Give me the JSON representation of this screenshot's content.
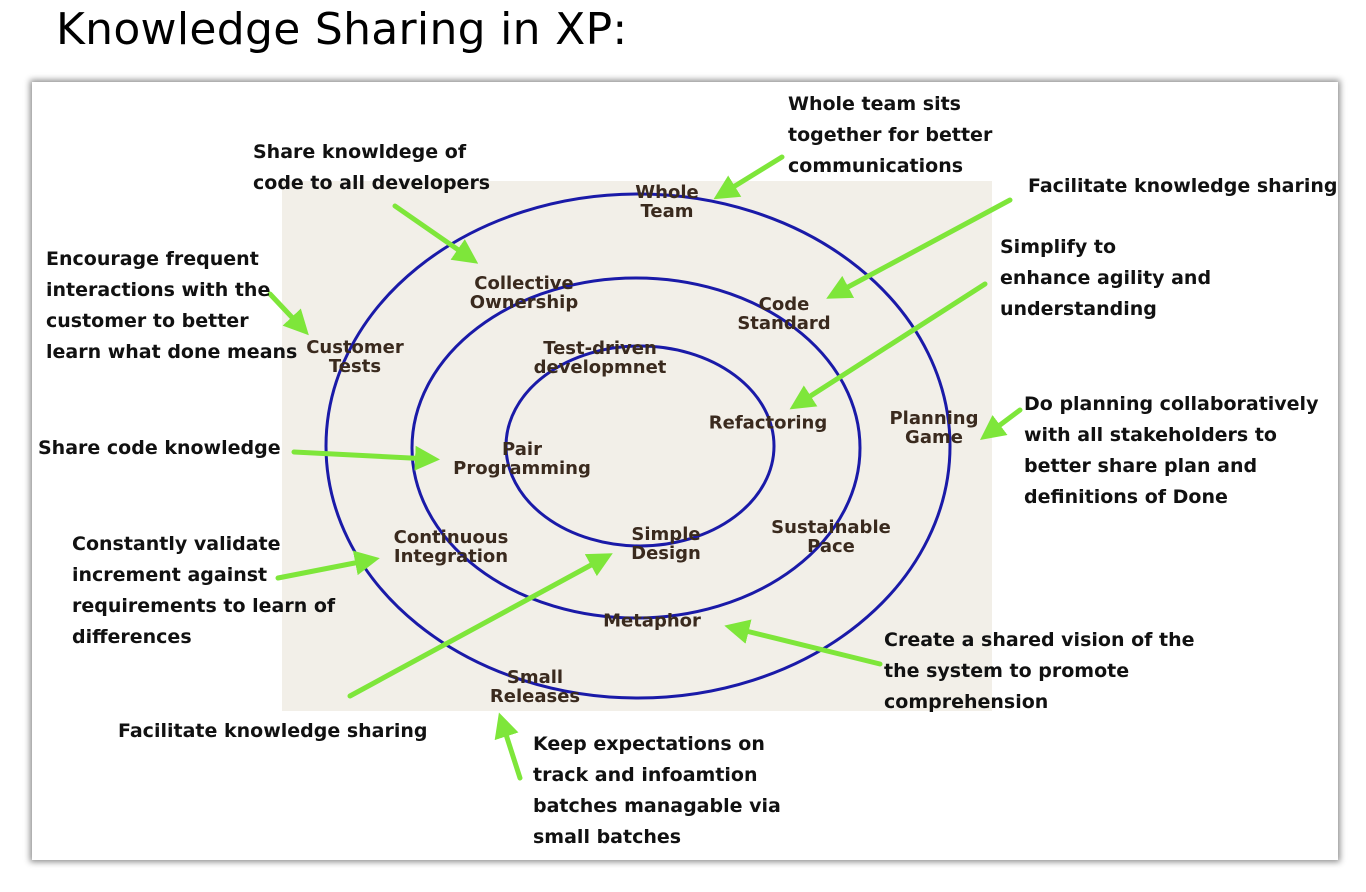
{
  "title": "Knowledge Sharing in XP:",
  "practices": {
    "whole_team": "Whole\nTeam",
    "collective_ownership": "Collective\nOwnership",
    "code_standard": "Code\nStandard",
    "customer_tests": "Customer\nTests",
    "test_driven": "Test-driven\ndevelopmnet",
    "refactoring": "Refactoring",
    "planning_game": "Planning\nGame",
    "pair_programming": "Pair\nProgramming",
    "continuous_integration": "Continuous\nIntegration",
    "simple_design": "Simple\nDesign",
    "sustainable_pace": "Sustainable\nPace",
    "metaphor": "Metaphor",
    "small_releases": "Small\nReleases"
  },
  "notes": {
    "whole_team": "Whole team sits\ntogether for better\ncommunications",
    "collective_ownership": "Share knowldege of\ncode to all developers",
    "code_standard": "Facilitate knowledge sharing",
    "refactoring": "Simplify to\nenhance agility and\nunderstanding",
    "customer_tests": "Encourage frequent\ninteractions with the\ncustomer to better\nlearn what done means",
    "pair_programming": "Share code knowledge",
    "planning_game": "Do planning collaboratively\nwith all stakeholders to\nbetter share plan and\ndefinitions of Done",
    "continuous_integration": "Constantly validate\nincrement against\nrequirements to learn of\ndifferences",
    "metaphor": "Create a shared vision of the\nthe system to promote\ncomprehension",
    "simple_design": "Facilitate knowledge sharing",
    "small_releases": "Keep expectations on\ntrack and infoamtion\nbatches managable via\nsmall batches"
  },
  "colors": {
    "ring": "#1a1aa8",
    "arrow": "#7ee63a",
    "background": "#f2efe8"
  }
}
